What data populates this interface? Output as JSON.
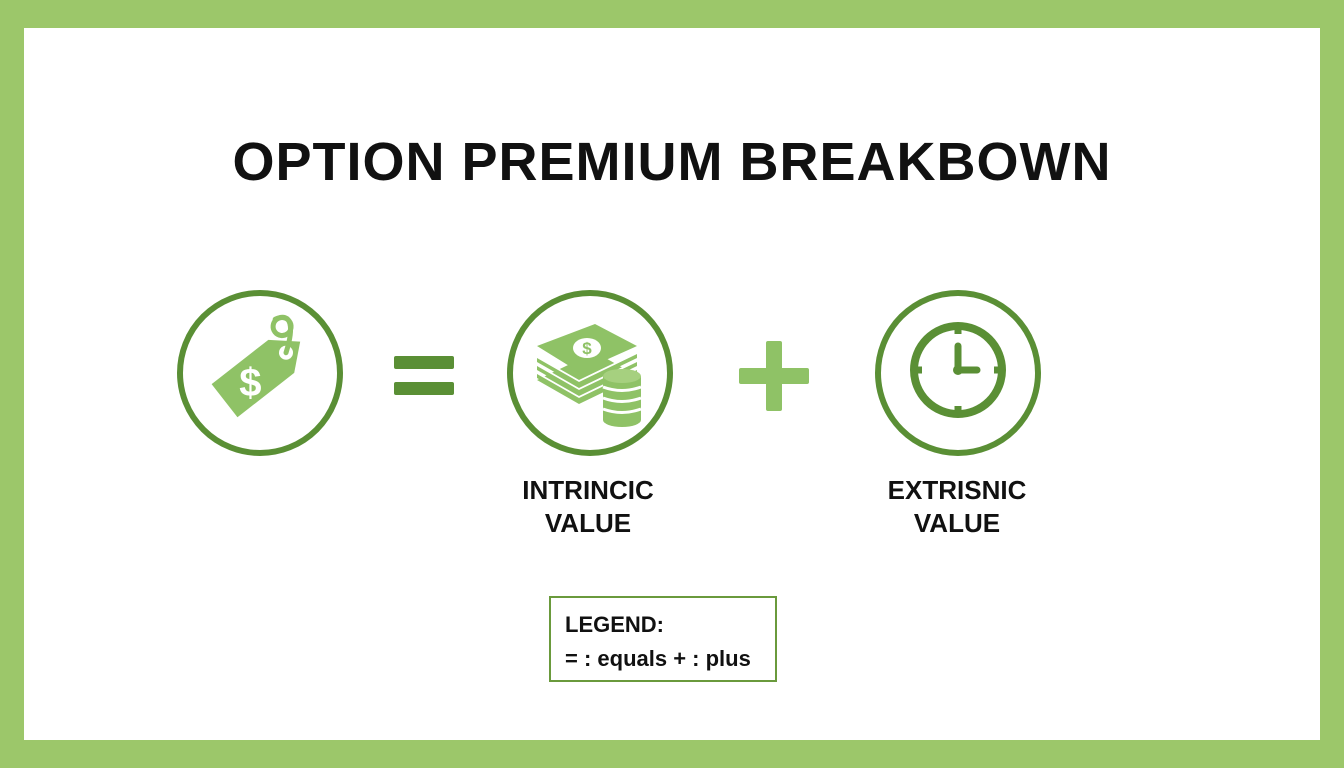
{
  "title": "OPTION PREMIUM BREAKBOWN",
  "colors": {
    "frame": "#9cc76a",
    "circle_stroke": "#5a8f35",
    "icon_fill": "#8fc266",
    "operator_equals": "#5a8f35",
    "operator_plus": "#8fc266",
    "legend_border": "#6a9a3c"
  },
  "items": [
    {
      "icon": "price-tag-dollar-icon",
      "label_lines": []
    },
    {
      "icon": "money-stack-coins-icon",
      "label_lines": [
        "INTRINCIC",
        "VALUE"
      ]
    },
    {
      "icon": "clock-icon",
      "label_lines": [
        "EXTRISNIC",
        "VALUE"
      ]
    }
  ],
  "operators": [
    {
      "symbol": "=",
      "icon": "equals-icon"
    },
    {
      "symbol": "+",
      "icon": "plus-icon"
    }
  ],
  "legend": {
    "title": "LEGEND:",
    "text": "= : equals + : plus"
  }
}
